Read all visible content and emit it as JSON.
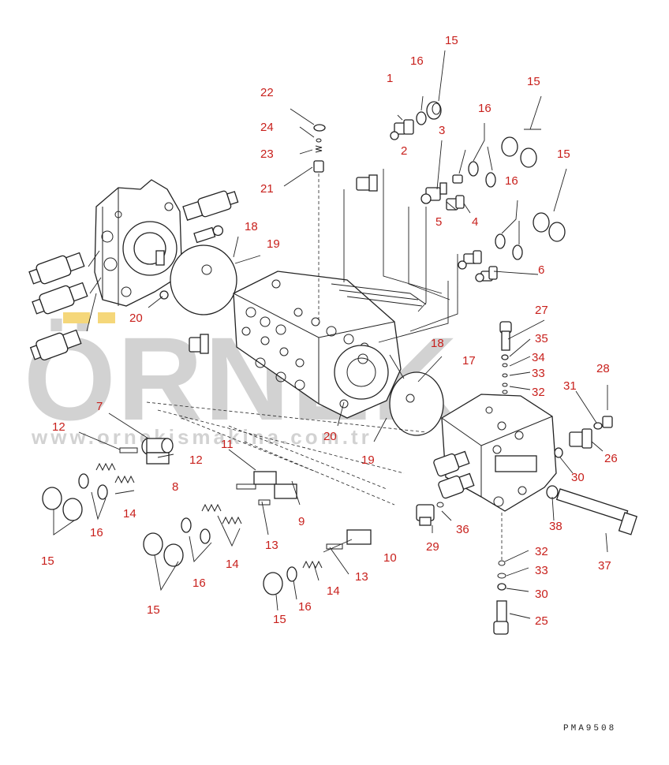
{
  "watermark": {
    "letters": "ÖRNEK",
    "url": "www.ornekismakina.com.tr",
    "accent_color": "#f5d77a"
  },
  "drawing_code": "PMA9508",
  "callouts": [
    {
      "id": "c1",
      "text": "1"
    },
    {
      "id": "c2",
      "text": "2"
    },
    {
      "id": "c3",
      "text": "3"
    },
    {
      "id": "c4",
      "text": "4"
    },
    {
      "id": "c5",
      "text": "5"
    },
    {
      "id": "c6",
      "text": "6"
    },
    {
      "id": "c7",
      "text": "7"
    },
    {
      "id": "c8",
      "text": "8"
    },
    {
      "id": "c9",
      "text": "9"
    },
    {
      "id": "c10",
      "text": "10"
    },
    {
      "id": "c11",
      "text": "11"
    },
    {
      "id": "c12a",
      "text": "12"
    },
    {
      "id": "c12b",
      "text": "12"
    },
    {
      "id": "c13a",
      "text": "13"
    },
    {
      "id": "c13b",
      "text": "13"
    },
    {
      "id": "c14a",
      "text": "14"
    },
    {
      "id": "c14b",
      "text": "14"
    },
    {
      "id": "c14c",
      "text": "14"
    },
    {
      "id": "c15a",
      "text": "15"
    },
    {
      "id": "c15b",
      "text": "15"
    },
    {
      "id": "c15c",
      "text": "15"
    },
    {
      "id": "c15d",
      "text": "15"
    },
    {
      "id": "c15e",
      "text": "15"
    },
    {
      "id": "c15f",
      "text": "15"
    },
    {
      "id": "c16a",
      "text": "16"
    },
    {
      "id": "c16b",
      "text": "16"
    },
    {
      "id": "c16c",
      "text": "16"
    },
    {
      "id": "c16d",
      "text": "16"
    },
    {
      "id": "c16e",
      "text": "16"
    },
    {
      "id": "c16f",
      "text": "16"
    },
    {
      "id": "c17",
      "text": "17"
    },
    {
      "id": "c18a",
      "text": "18"
    },
    {
      "id": "c18b",
      "text": "18"
    },
    {
      "id": "c19a",
      "text": "19"
    },
    {
      "id": "c19b",
      "text": "19"
    },
    {
      "id": "c20a",
      "text": "20"
    },
    {
      "id": "c20b",
      "text": "20"
    },
    {
      "id": "c21",
      "text": "21"
    },
    {
      "id": "c22",
      "text": "22"
    },
    {
      "id": "c23",
      "text": "23"
    },
    {
      "id": "c24",
      "text": "24"
    },
    {
      "id": "c25",
      "text": "25"
    },
    {
      "id": "c26",
      "text": "26"
    },
    {
      "id": "c27",
      "text": "27"
    },
    {
      "id": "c28",
      "text": "28"
    },
    {
      "id": "c29",
      "text": "29"
    },
    {
      "id": "c30a",
      "text": "30"
    },
    {
      "id": "c30b",
      "text": "30"
    },
    {
      "id": "c31",
      "text": "31"
    },
    {
      "id": "c32a",
      "text": "32"
    },
    {
      "id": "c32b",
      "text": "32"
    },
    {
      "id": "c33a",
      "text": "33"
    },
    {
      "id": "c33b",
      "text": "33"
    },
    {
      "id": "c34",
      "text": "34"
    },
    {
      "id": "c35",
      "text": "35"
    },
    {
      "id": "c36",
      "text": "36"
    },
    {
      "id": "c37",
      "text": "37"
    },
    {
      "id": "c38",
      "text": "38"
    }
  ]
}
